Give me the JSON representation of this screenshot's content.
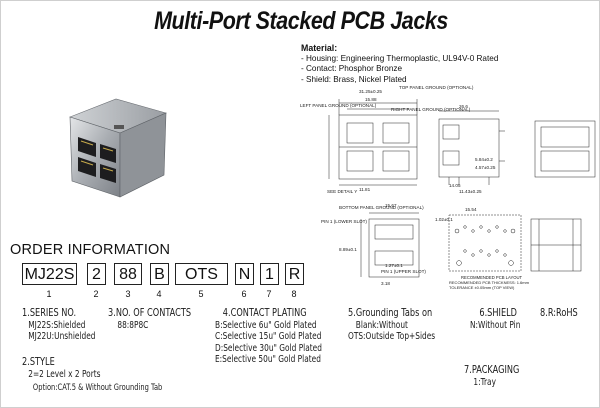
{
  "title": "Multi-Port Stacked PCB Jacks",
  "material": {
    "heading": "Material:",
    "items": [
      "- Housing: Engineering Thermoplastic, UL94V-0 Rated",
      "- Contact: Phosphor Bronze",
      "- Shield: Brass, Nickel Plated"
    ]
  },
  "drawing": {
    "labels": {
      "w1": "31.25±0.25",
      "w2": "15.88",
      "w3": "11.81",
      "w4": "26.6",
      "led_left": "LEFT PANEL GROUND (OPTIONAL)",
      "led_top": "TOP PANEL GROUND (OPTIONAL)",
      "led_right": "RIGHT PANEL GROUND (OPTIONAL)",
      "detail": "SEE DETAIL Y",
      "h1": "5.84±0.2",
      "h2": "4.57±0.25",
      "h3": "11.43±0.25",
      "h4": "14.05",
      "bottom_ground": "BOTTOM PANEL GROUND (OPTIONAL)",
      "pin1_lower": "PIN 1 (LOWER SLOT)",
      "pin1_upper": "PIN 1 (UPPER SLOT)",
      "dim_15_67": "15.67",
      "dim_1_02": "1.02±0.1",
      "dim_1_27": "1.27±0.1",
      "dim_3_18": "3.18",
      "dim_8_89": "8.89±0.1",
      "dim_15_54": "15.54",
      "recommended": "RECOMMENDED PCB LAYOUT",
      "recommended_note": "RECOMMENDED PCB THICKNESS: 1.6mm",
      "tolerance": "TOLERANCE ±0.05mm (TOP VIEW)"
    }
  },
  "order": {
    "heading": "ORDER INFORMATION",
    "code": [
      "MJ22S",
      "2",
      "88",
      "B",
      "OTS",
      "N",
      "1",
      "R"
    ],
    "positions": [
      "1",
      "2",
      "3",
      "4",
      "5",
      "6",
      "7",
      "8"
    ]
  },
  "options": {
    "series": {
      "title": "1.SERIES NO.",
      "lines": [
        "MJ22S:Shielded",
        "MJ22U:Unshielded"
      ]
    },
    "contacts": {
      "title": "3.NO. OF CONTACTS",
      "lines": [
        "88:8P8C"
      ]
    },
    "plating": {
      "title": "4.CONTACT PLATING",
      "lines": [
        "B:Selective 6u\" Gold Plated",
        "C:Selective 15u\" Gold Plated",
        "D:Selective 30u\" Gold Plated",
        "E:Selective 50u\" Gold Plated"
      ]
    },
    "grounding": {
      "title": "5.Grounding Tabs on",
      "lines": [
        "Blank:Without",
        "OTS:Outside Top+Sides"
      ]
    },
    "shield": {
      "title": "6.SHIELD",
      "lines": [
        "N:Without Pin"
      ]
    },
    "rohs": {
      "title": "8.R:RoHS",
      "lines": []
    },
    "style": {
      "title": "2.STYLE",
      "lines": [
        "2=2 Level x 2 Ports"
      ],
      "option": "Option:CAT.5 & Without Grounding Tab"
    },
    "packaging": {
      "title": "7.PACKAGING",
      "lines": [
        "1:Tray"
      ]
    }
  }
}
